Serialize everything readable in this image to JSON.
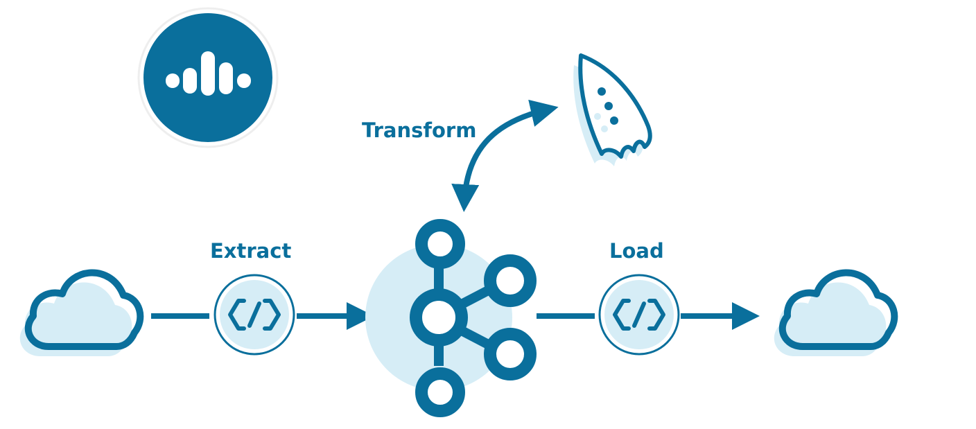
{
  "labels": {
    "transform": "Transform",
    "extract": "Extract",
    "load": "Load"
  },
  "colors": {
    "primary": "#0a6f9c",
    "light": "#d6edf6",
    "white": "#ffffff"
  },
  "icons": {
    "logo": "equalizer-bars-circle-logo",
    "source": "cloud-icon",
    "destination": "cloud-icon",
    "connector": "connector-link-icon",
    "hub": "kafka-icon",
    "transform_tool": "rocket-icon"
  }
}
